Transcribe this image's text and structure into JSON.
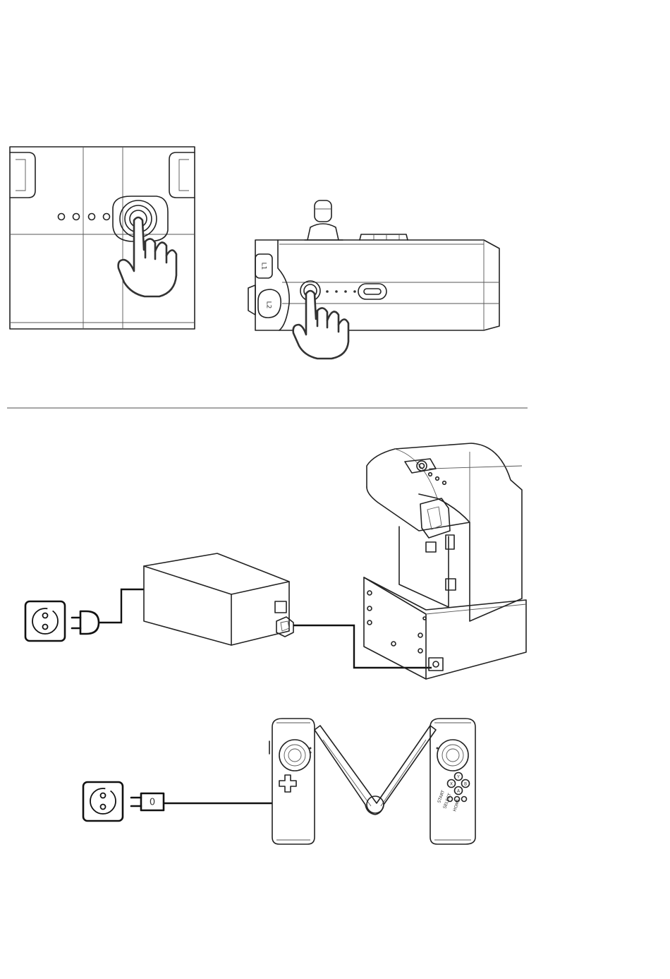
{
  "controller_buttons": {
    "l1": "L1",
    "l2": "L2",
    "start": "START",
    "select": "SELECT",
    "home": "HOME"
  },
  "face_buttons": [
    "Y",
    "X",
    "B",
    "A"
  ],
  "plug_symbol": "0"
}
